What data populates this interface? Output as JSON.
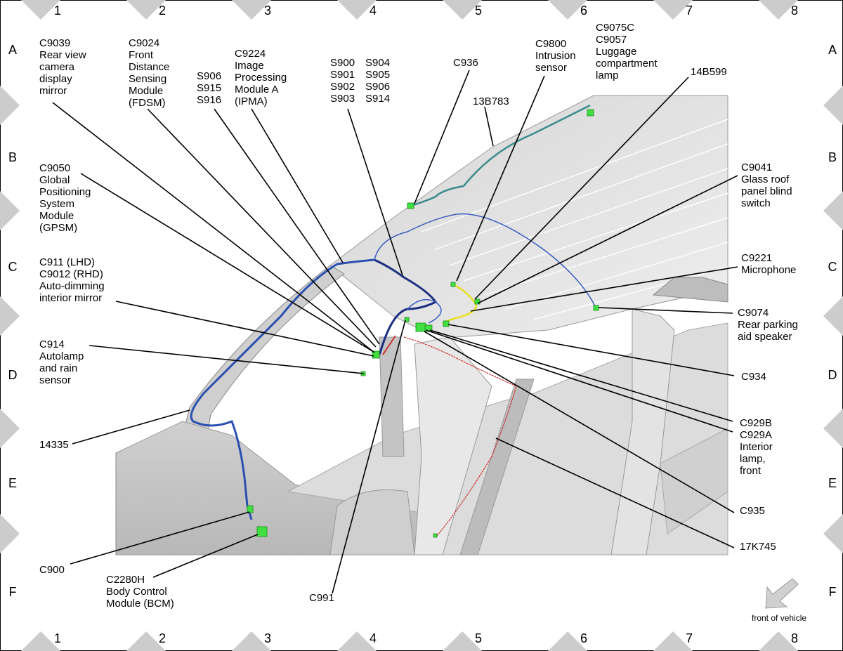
{
  "grid": {
    "columns": [
      "1",
      "2",
      "3",
      "4",
      "5",
      "6",
      "7",
      "8"
    ],
    "rows": [
      "A",
      "B",
      "C",
      "D",
      "E",
      "F"
    ]
  },
  "labels": {
    "c9039": [
      "C9039",
      "Rear view",
      "camera",
      "display",
      "mirror"
    ],
    "c9024": [
      "C9024",
      "Front",
      "Distance",
      "Sensing",
      "Module",
      "(FDSM)"
    ],
    "s906grp": [
      "S906",
      "S915",
      "S916"
    ],
    "c9224": [
      "C9224",
      "Image",
      "Processing",
      "Module A",
      "(IPMA)"
    ],
    "s900grp": [
      "S900",
      "S901",
      "S902",
      "S903"
    ],
    "s904grp": [
      "S904",
      "S905",
      "S906",
      "S914"
    ],
    "c936": [
      "C936"
    ],
    "c9800": [
      "C9800",
      "Intrusion",
      "sensor"
    ],
    "c9075": [
      "C9075C",
      "C9057",
      "Luggage",
      "compartment",
      "lamp"
    ],
    "b14b599": [
      "14B599"
    ],
    "b13b783": [
      "13B783"
    ],
    "c9050": [
      "C9050",
      "Global",
      "Positioning",
      "System",
      "Module",
      "(GPSM)"
    ],
    "c9041": [
      "C9041",
      "Glass roof",
      "panel blind",
      "switch"
    ],
    "c911": [
      "C911   (LHD)",
      "C9012 (RHD)",
      "Auto-dimming",
      "interior mirror"
    ],
    "c9221": [
      "C9221",
      "Microphone"
    ],
    "c9074": [
      "C9074",
      "Rear parking",
      "aid speaker"
    ],
    "c914": [
      "C914",
      "Autolamp",
      "and rain",
      "sensor"
    ],
    "c934": [
      "C934"
    ],
    "b14335": [
      "14335"
    ],
    "c929": [
      "C929B",
      "C929A",
      "Interior",
      "lamp,",
      "front"
    ],
    "c935": [
      "C935"
    ],
    "b17k745": [
      "17K745"
    ],
    "c900": [
      "C900"
    ],
    "c2280h": [
      "C2280H",
      "Body Control",
      "Module (BCM)"
    ],
    "c991": [
      "C991"
    ]
  },
  "front_label": "front of vehicle",
  "colors": {
    "harness_main": "#2a4fb0",
    "harness_dark": "#1c2f80",
    "harness_teal": "#3a8a8a",
    "harness_red": "#d03030",
    "harness_yellow": "#e8e020",
    "connector": "#40e040",
    "body_light": "#e4e4e4",
    "body_mid": "#c8c8c8"
  }
}
